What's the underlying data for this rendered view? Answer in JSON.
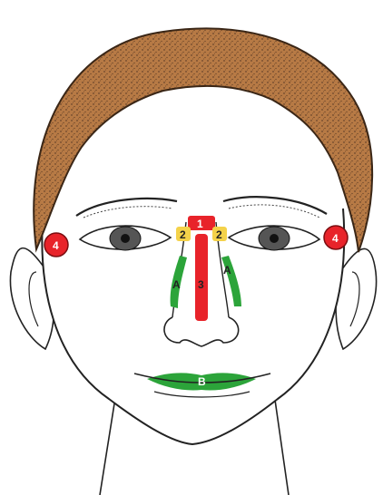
{
  "labels": {
    "bridge_top": "1",
    "inner_eye_left": "2",
    "inner_eye_right": "2",
    "nose_bridge_line": "3",
    "temple_left": "4",
    "temple_right": "4",
    "nose_side_left": "A",
    "nose_side_right": "A",
    "upper_lip": "B"
  },
  "colors": {
    "hair": "#b77a45",
    "marker_red": "#e8232a",
    "marker_green": "#2ca43a",
    "marker_yellow": "#f4d24a",
    "outline": "#222222"
  }
}
